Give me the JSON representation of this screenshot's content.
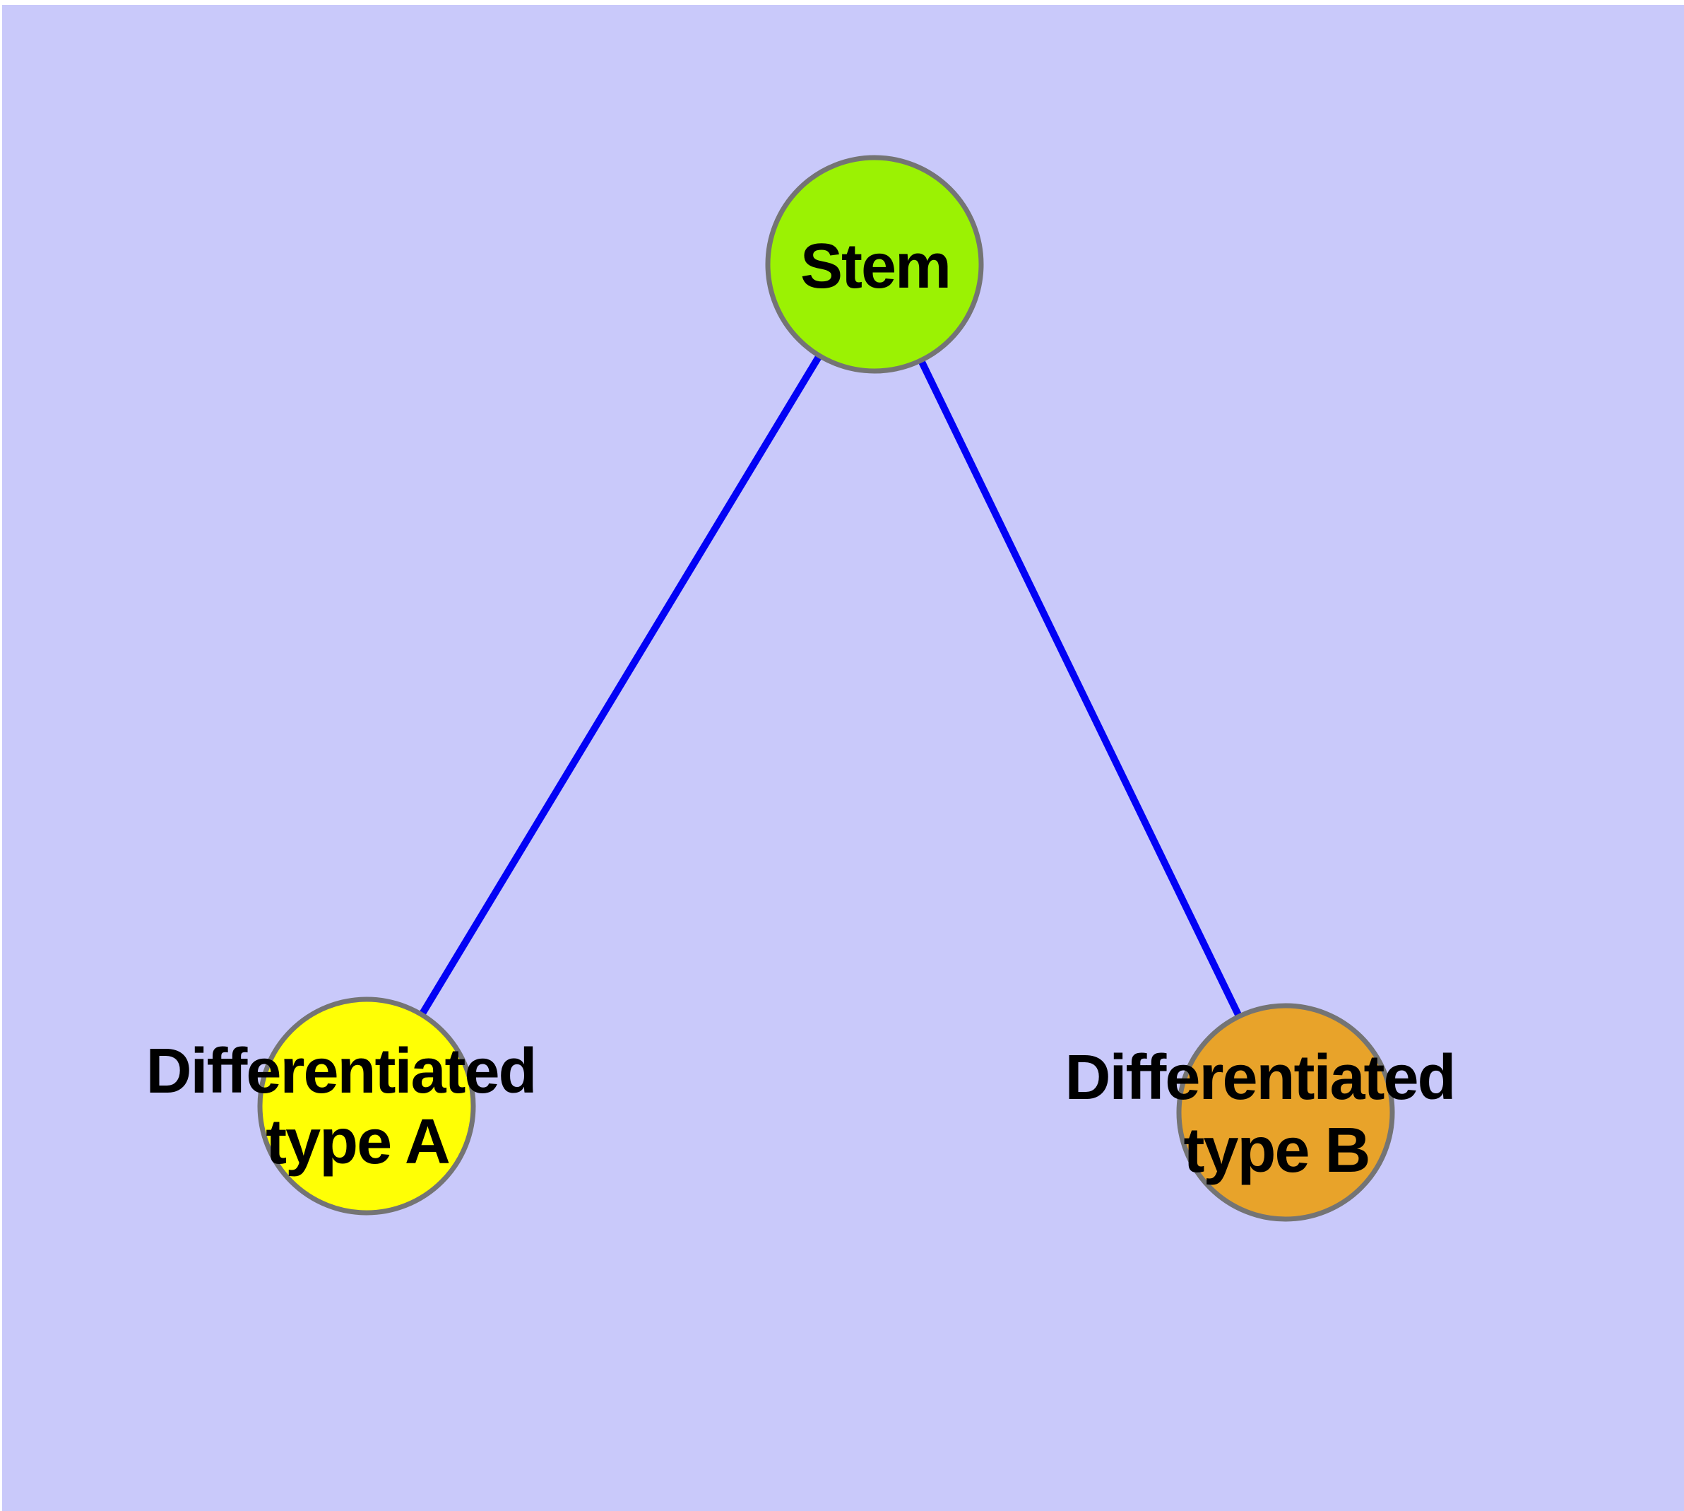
{
  "graph": {
    "background_color": "#C9C9FA",
    "edge_color": "#0202F5",
    "node_border_color": "#747474",
    "label_text_color": "#000000",
    "nodes": [
      {
        "id": "stem",
        "label": "Stem",
        "fill": "#9BF203"
      },
      {
        "id": "differentiated-type-a",
        "label_line1": "Differentiated",
        "label_line2": "type A",
        "fill": "#FFFF05"
      },
      {
        "id": "differentiated-type-b",
        "label_line1": "Differentiated",
        "label_line2": "type B",
        "fill": "#E8A32A"
      }
    ],
    "edges": [
      {
        "from": "Stem",
        "to": "Differentiated type A"
      },
      {
        "from": "Stem",
        "to": "Differentiated type B"
      }
    ]
  }
}
